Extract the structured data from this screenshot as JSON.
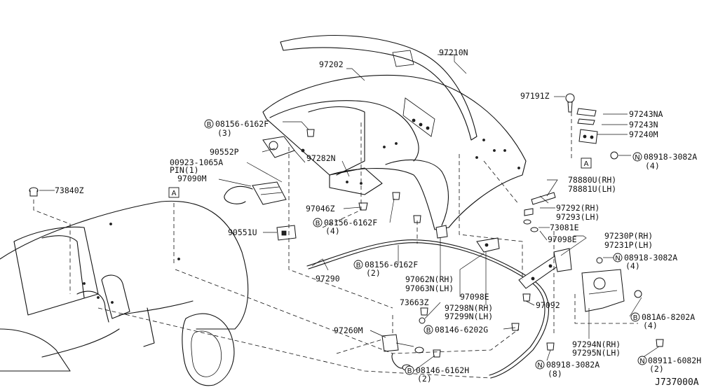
{
  "diagram_id": "J737000A",
  "view_marker_letter": "A",
  "labels": {
    "p97210N": "97210N",
    "p97202": "97202",
    "p97191Z": "97191Z",
    "p97243NA": "97243NA",
    "p97243N": "97243N",
    "p97240M": "97240M",
    "p08918_3082A_top": "08918-3082A",
    "p08918_3082A_top_qty": "(4)",
    "p08156_6162F_a": "08156-6162F",
    "p08156_6162F_a_qty": "(3)",
    "p90552P": "90552P",
    "p97282N": "97282N",
    "p00923_1065A": "00923-1065A",
    "pin1": "PIN(1)",
    "p97090M": "97090M",
    "p73840Z": "73840Z",
    "p78880U": "78880U(RH)",
    "p78881U": "78881U(LH)",
    "p97046Z": "97046Z",
    "p08156_6162F_b": "08156-6162F",
    "p08156_6162F_b_qty": "(4)",
    "p97292": "97292(RH)",
    "p97293": "97293(LH)",
    "p73081E": "73081E",
    "p90551U": "90551U",
    "p97098E_a": "97098E",
    "p97230P": "97230P(RH)",
    "p97231P": "97231P(LH)",
    "p08918_3082A_mid": "08918-3082A",
    "p08918_3082A_mid_qty": "(4)",
    "p97290": "97290",
    "p08156_6162F_c": "08156-6162F",
    "p08156_6162F_c_qty": "(2)",
    "p97062N": "97062N(RH)",
    "p97063N": "97063N(LH)",
    "p97098E_b": "97098E",
    "p97092": "97092",
    "p73663Z": "73663Z",
    "p97298N": "97298N(RH)",
    "p97299N": "97299N(LH)",
    "p081A6_8202A": "081A6-8202A",
    "p081A6_8202A_qty": "(4)",
    "p97260M": "97260M",
    "p08146_6202G": "08146-6202G",
    "p97294N": "97294N(RH)",
    "p97295N": "97295N(LH)",
    "p08911_6082H": "08911-6082H",
    "p08911_6082H_qty": "(2)",
    "p08146_6162H": "08146-6162H",
    "p08146_6162H_qty": "(2)",
    "p08918_3082A_bot": "08918-3082A",
    "p08918_3082A_bot_qty": "(8)"
  },
  "symbols": {
    "bolt_B": "B",
    "nut_N": "N"
  }
}
